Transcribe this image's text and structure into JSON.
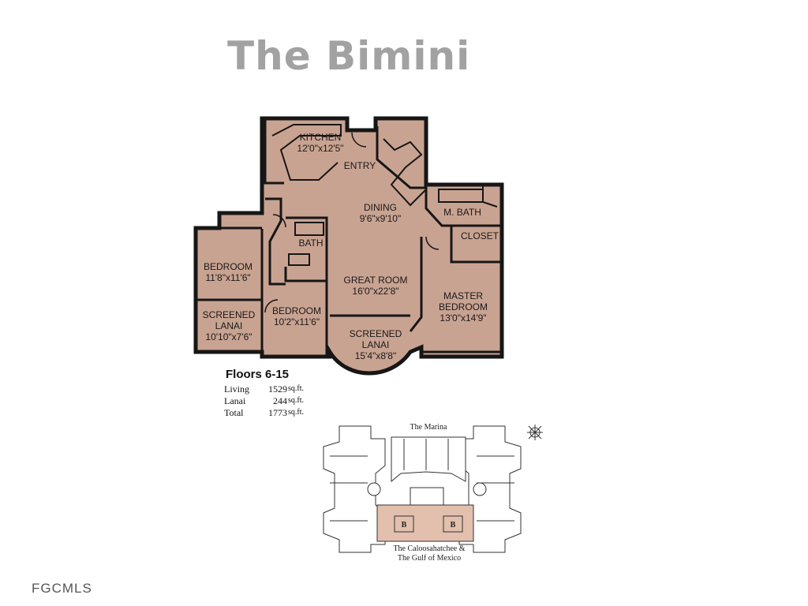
{
  "title": "The Bimini",
  "rooms": {
    "kitchen": {
      "name": "KITCHEN",
      "size": "12'0\"x12'5\""
    },
    "entry": {
      "name": "ENTRY"
    },
    "dining": {
      "name": "DINING",
      "size": "9'6\"x9'10\""
    },
    "m_bath": {
      "name": "M. BATH"
    },
    "closet": {
      "name": "CLOSET"
    },
    "bath": {
      "name": "BATH"
    },
    "bedroom1": {
      "name": "BEDROOM",
      "size": "11'8\"x11'6\""
    },
    "great_room": {
      "name": "GREAT ROOM",
      "size": "16'0\"x22'8\""
    },
    "master_bedroom": {
      "line1": "MASTER",
      "line2": "BEDROOM",
      "size": "13'0\"x14'9\""
    },
    "screened_lanai_left": {
      "line1": "SCREENED",
      "line2": "LANAI",
      "size": "10'10\"x7'6\""
    },
    "bedroom2": {
      "name": "BEDROOM",
      "size": "10'2\"x11'6\""
    },
    "screened_lanai_center": {
      "line1": "SCREENED",
      "line2": "LANAI",
      "size": "15'4\"x8'8\""
    }
  },
  "floors": "Floors 6-15",
  "areas": [
    {
      "label": "Living",
      "value": "1529",
      "unit": "sq.ft."
    },
    {
      "label": "Lanai",
      "value": "244",
      "unit": "sq.ft."
    },
    {
      "label": "Total",
      "value": "1773",
      "unit": "sq.ft."
    }
  ],
  "site_plan": {
    "top_label": "The Marina",
    "bottom_label_line1": "The Caloosahatchee &",
    "bottom_label_line2": "The Gulf of Mexico",
    "unit_marker": "B"
  },
  "watermark": "FGCMLS",
  "colors": {
    "room_fill": "#c9a391",
    "wall": "#161616",
    "title": "#a2a2a2",
    "highlight": "#e3bfae"
  }
}
